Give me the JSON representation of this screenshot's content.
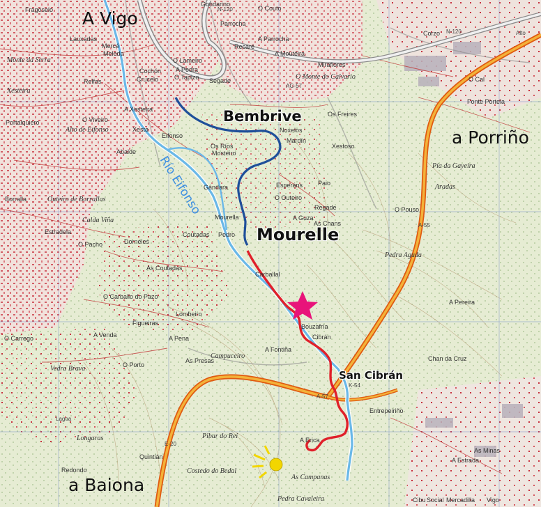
{
  "map": {
    "towns": {
      "vigo": "A Vigo",
      "porrino": "a Porriño",
      "baiona": "a Baiona"
    },
    "villages": {
      "bembrive": "Bembrive",
      "mourelle": "Mourelle",
      "san_cibran": "San Cibrán"
    },
    "river": "Río Eifonso",
    "places": [
      "Fragoselo",
      "Gondarino",
      "O Couto",
      "Parrocha",
      "Recaré",
      "A Parrocha",
      "A Moutéira",
      "Corzo",
      "Lauxadas",
      "Mercé",
      "Meleda",
      "Cochón",
      "O Lameiro",
      "A Pedra",
      "O Tapizo",
      "Segade",
      "Miraflores",
      "O Monte do Calvario",
      "Relfas",
      "Crucelo",
      "Monte da Serra",
      "A Xesteira",
      "O Viveiro",
      "Alto de Eifonso",
      "Xesteira",
      "Portalquiero",
      "Xesta",
      "Abalde",
      "Eifonso",
      "Os Ríos",
      "Mosteiro",
      "Os Freires",
      "Xestoso",
      "Noxelos",
      "Mardín",
      "Gándara",
      "Esperáns",
      "Paio",
      "O Outeiro",
      "Regade",
      "Borralla",
      "Outeiro de Borrallas",
      "Calda Viña",
      "A Guza",
      "As Chans",
      "Estradela",
      "Mourella",
      "Pedro",
      "O Pouso",
      "O Cal",
      "Fonte Portela",
      "Pía da Gayeira",
      "Aradas",
      "Pedra Aguda",
      "Dorneles",
      "O Pacho",
      "Coutadas",
      "As Coutadas",
      "O Carballo do Pazo",
      "Lombeiro",
      "Carballal",
      "Figueiras",
      "Bouzafría",
      "Cibrán",
      "A Pena",
      "O Carrego",
      "A Venda",
      "Vedra Brava",
      "O Porto",
      "As Presas",
      "A Fontiña",
      "Campuceiro",
      "A Pereira",
      "Chan da Cruz",
      "Entrepeiriño",
      "Longaras",
      "Pibar do Rei",
      "A Erica",
      "Costedo do Bedal",
      "As Campanas",
      "Quintián",
      "Redondo",
      "Pedra Cavaleira",
      "As Minas",
      "A Estrada",
      "Cibu",
      "Social",
      "Mercadilla",
      "Vigo"
    ],
    "roads": [
      "N-120",
      "N-120",
      "AG-57",
      "A-55",
      "E-20",
      "K-54",
      "A-57",
      "Alto",
      "Lagoa"
    ],
    "colors": {
      "river": "#6ab8e8",
      "route_blue": "#1f4f9a",
      "route_red": "#e0202a",
      "highway_outer": "#e05a10",
      "highway_inner": "#f3b23a",
      "star": "#e8147a",
      "sun": "#f2d600",
      "urban": "#c7323f",
      "grid": "#6a86c8",
      "contour": "#b9a07a"
    },
    "icons": [
      "star-icon",
      "sun-icon"
    ]
  }
}
